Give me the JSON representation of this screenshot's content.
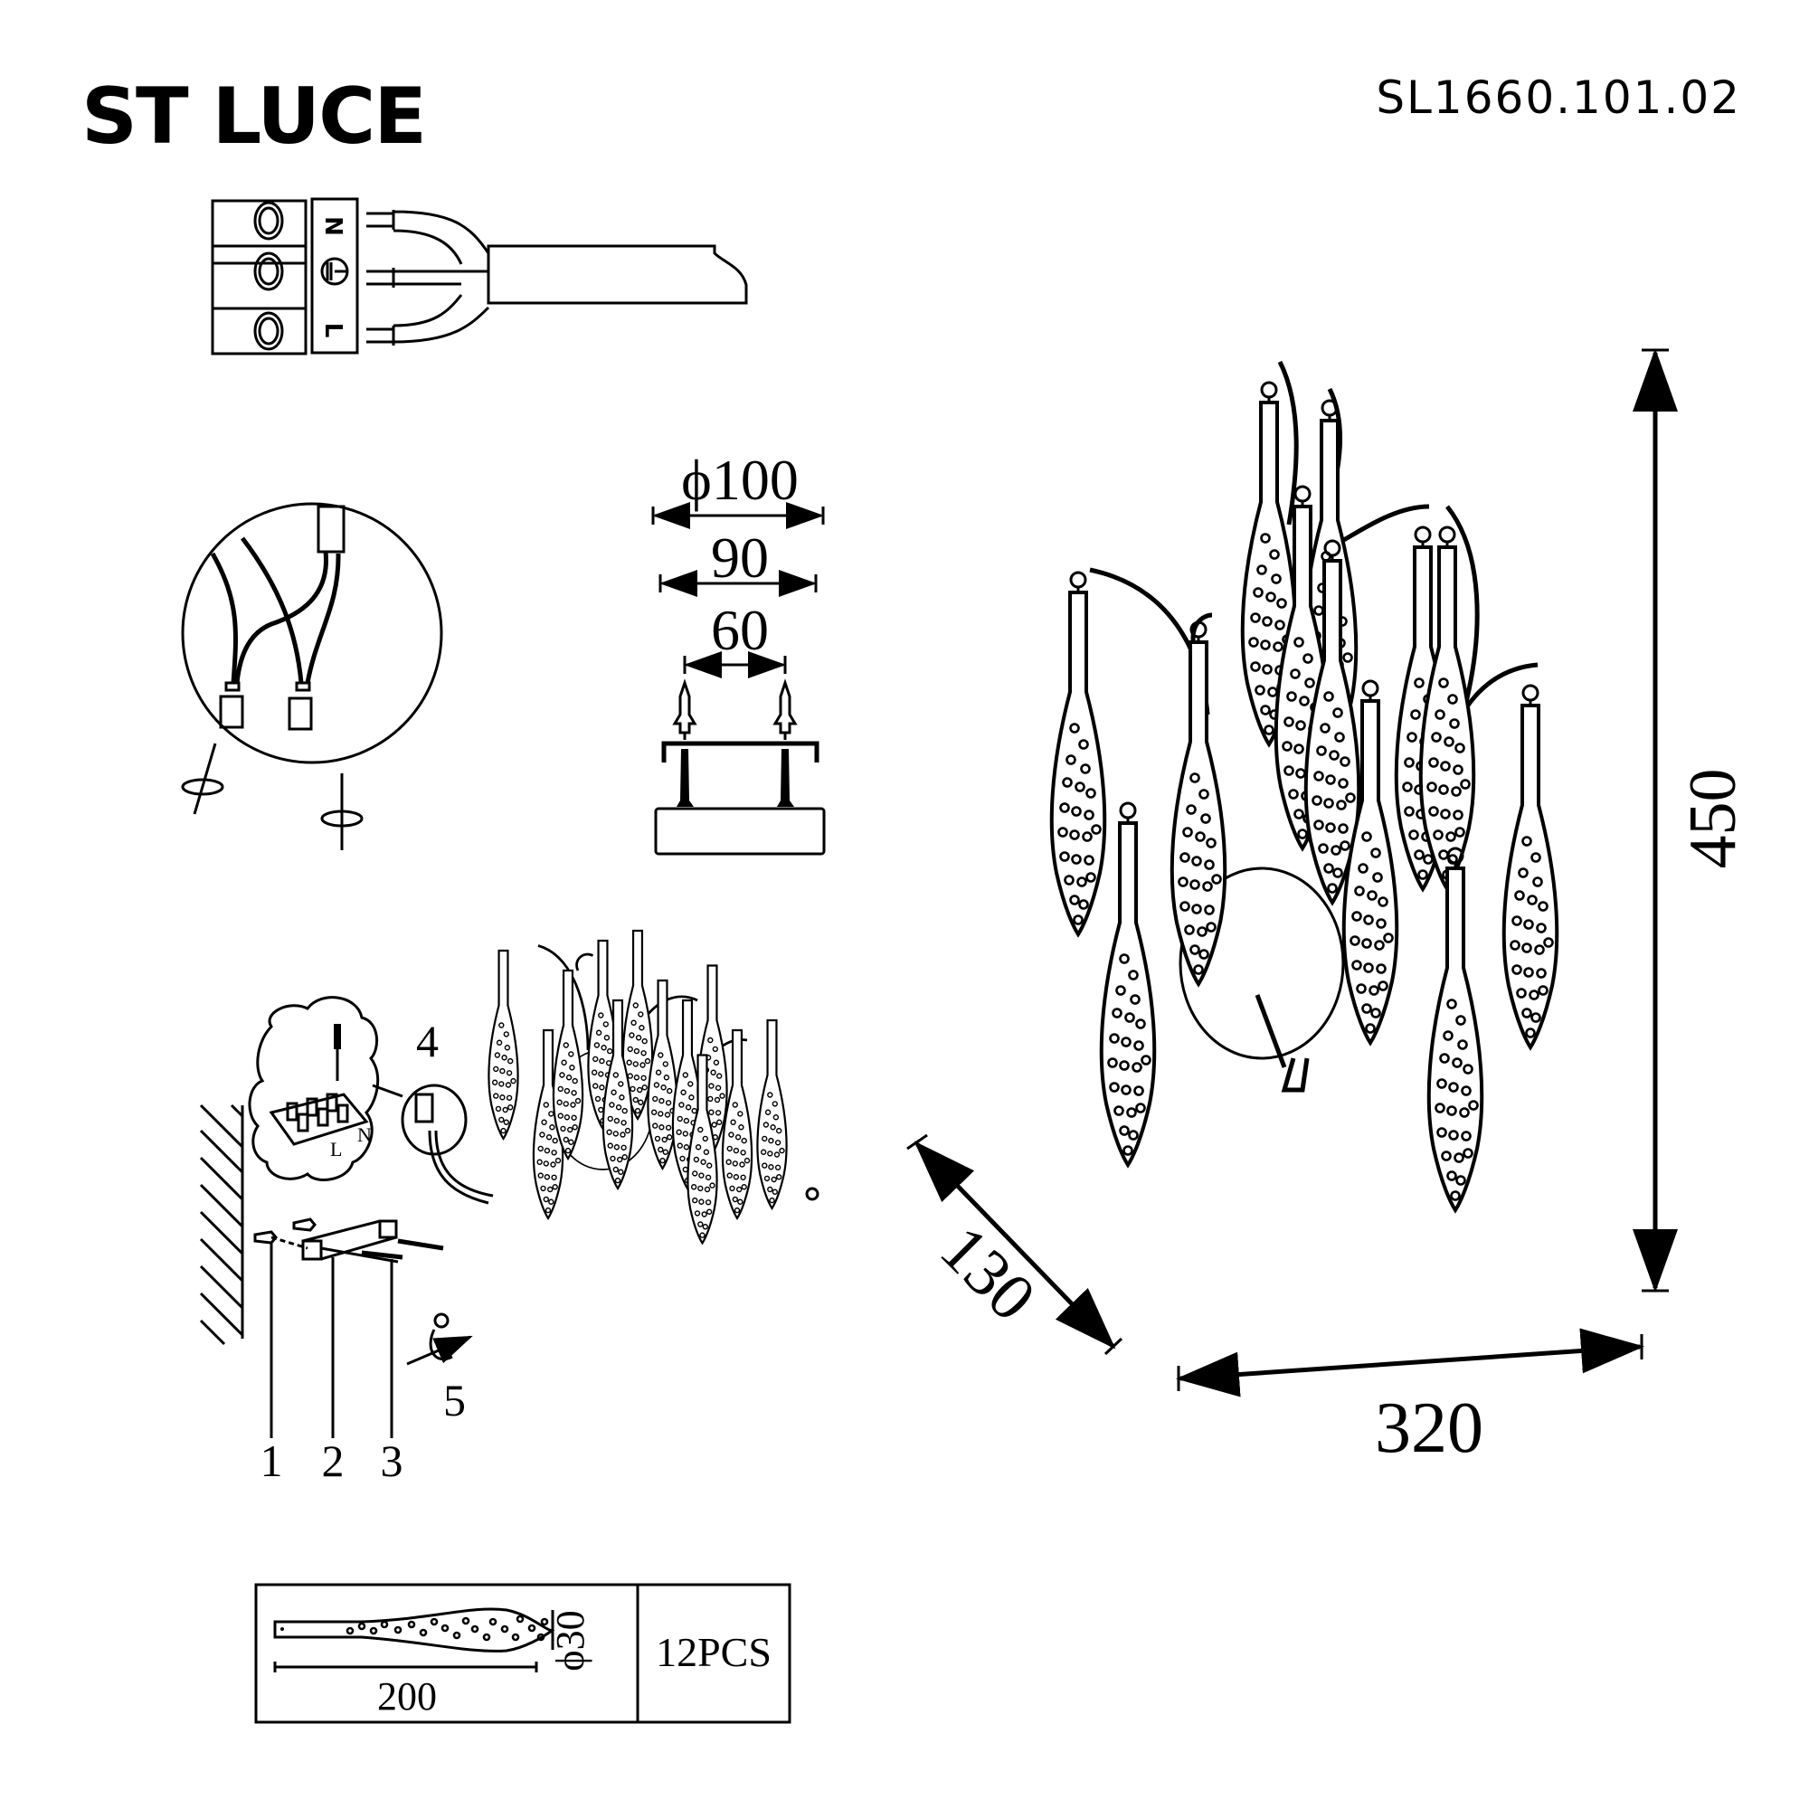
{
  "header": {
    "brand": "ST LUCE",
    "model_number": "SL1660.101.02"
  },
  "wiring_diagram": {
    "terminal_labels": [
      "N",
      "earth",
      "L"
    ],
    "icons": [
      "terminal-block-icon",
      "earth-ground-icon",
      "cable-icon"
    ]
  },
  "wire_detail": {
    "icons": [
      "wire-connector-icon",
      "rotate-twist-icon"
    ]
  },
  "mounting_bracket": {
    "dimensions": {
      "base_diameter": "ϕ100",
      "outer_width": "90",
      "hole_spacing": "60"
    }
  },
  "installation": {
    "step_labels": [
      "1",
      "2",
      "3",
      "4",
      "5"
    ],
    "callout_labels": {
      "live": "L",
      "neutral": "N"
    }
  },
  "product_dimensions": {
    "height": "450",
    "width": "320",
    "depth": "130"
  },
  "crystal_spec": {
    "length": "200",
    "diameter": "ϕ30",
    "quantity": "12PCS"
  }
}
